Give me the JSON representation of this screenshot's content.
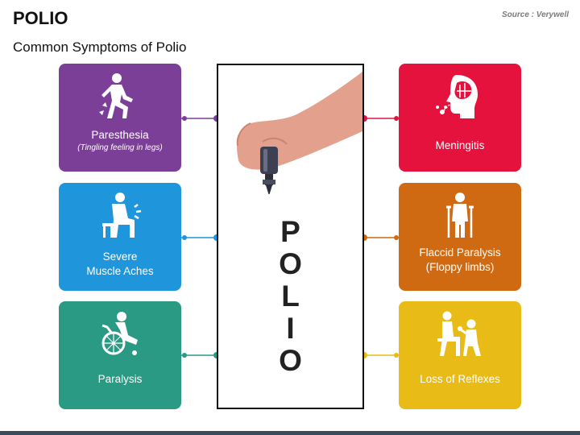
{
  "header": {
    "title": "POLIO",
    "subtitle": "Common Symptoms of Polio",
    "source": "Source : Verywell"
  },
  "center": {
    "letters": [
      "P",
      "O",
      "L",
      "I",
      "O"
    ]
  },
  "cards": {
    "paresthesia": {
      "label": "Paresthesia",
      "note": "(Tingling feeling in legs)",
      "icon": "walking-person-icon",
      "color": "#7c3f98"
    },
    "muscle_aches": {
      "line1": "Severe",
      "line2": "Muscle Aches",
      "icon": "aching-person-icon",
      "color": "#1f95dc"
    },
    "paralysis": {
      "label": "Paralysis",
      "icon": "wheelchair-icon",
      "color": "#2a9a84"
    },
    "meningitis": {
      "label": "Meningitis",
      "icon": "brain-head-icon",
      "color": "#e5123e"
    },
    "flaccid_paralysis": {
      "line1": "Flaccid Paralysis",
      "line2": "(Floppy limbs)",
      "icon": "person-with-crutches-icon",
      "color": "#cf6a13"
    },
    "loss_of_reflexes": {
      "label": "Loss of Reflexes",
      "icon": "reflex-test-icon",
      "color": "#e9bb16"
    }
  }
}
